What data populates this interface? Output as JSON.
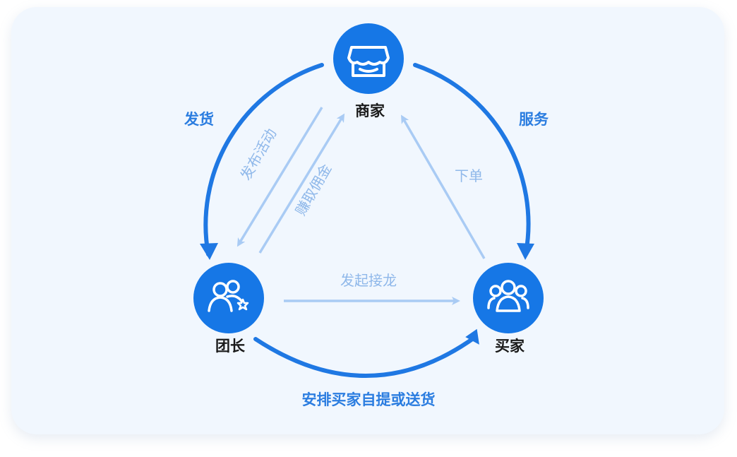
{
  "colors": {
    "node_blue": "#1677e6",
    "outer_arrow": "#1f78e3",
    "inner_arrow": "#a9cbf4",
    "background": "#f1f7fe"
  },
  "nodes": {
    "merchant": {
      "label": "商家",
      "icon": "storefront-icon"
    },
    "leader": {
      "label": "团长",
      "icon": "group-star-icon"
    },
    "buyer": {
      "label": "买家",
      "icon": "group-users-icon"
    }
  },
  "edges": {
    "merchant_to_leader": "发货",
    "merchant_to_buyer": "服务",
    "leader_to_buyer": "安排买家自提或送货",
    "merchant_post_activity": "发布活动",
    "leader_earn_commission": "赚取佣金",
    "buyer_place_order": "下单",
    "leader_start_relay": "发起接龙"
  }
}
